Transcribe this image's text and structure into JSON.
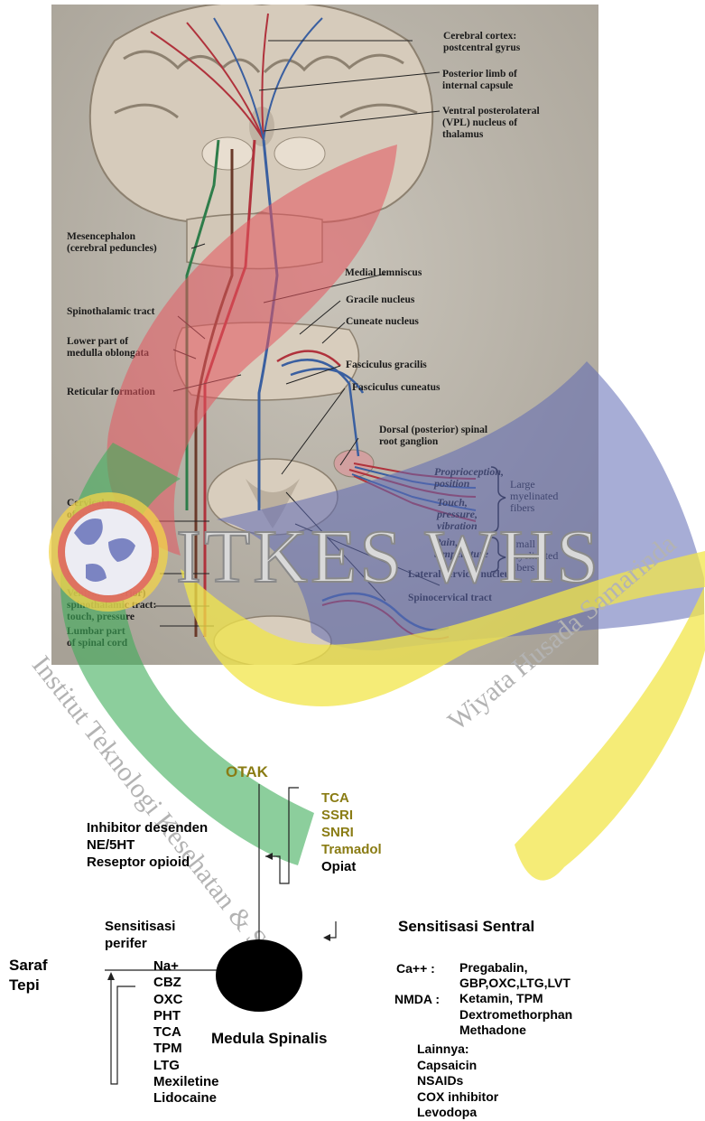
{
  "anatomy_labels": {
    "cortex": "Cerebral cortex:\npostcentral gyrus",
    "internal_capsule": "Posterior limb of\ninternal capsule",
    "vpl": "Ventral posterolateral\n(VPL) nucleus of\nthalamus",
    "mesencephalon": "Mesencephalon\n(cerebral peduncles)",
    "medial_lemniscus": "Medial lemniscus",
    "spinothalamic": "Spinothalamic tract",
    "gracile": "Gracile nucleus",
    "cuneate": "Cuneate nucleus",
    "medulla": "Lower part of\nmedulla oblongata",
    "fasc_gracilis": "Fasciculus gracilis",
    "reticular": "Reticular formation",
    "fasc_cuneatus": "Fasciculus cuneatus",
    "dorsal_ganglion": "Dorsal (posterior) spinal\nroot ganglion",
    "cervical": "Cervical part\nof spinal cord",
    "lateral_st": "Lateral\nspinothalamic tract:\npain, temperature",
    "ventral_st": "Ventral (anterior)\nspinothalamic tract:\ntouch, pressure",
    "lateral_cervical": "Lateral cervical nucleus",
    "spinocervical": "Spinocervical tract",
    "lumbar": "Lumbar part\nof spinal cord",
    "proprioception": "Proprioception,\nposition",
    "touch": "Touch,\npressure,\nvibration",
    "pain_temp": "Pain,\ntemperature",
    "large_fibers": "Large\nmyelinated\nfibers",
    "small_fibers": "Small\nmyelinated\nfibers"
  },
  "watermark": {
    "name": "ITKES WHS",
    "arc_text_left": "Institut Teknologi Kesehatan & Sains",
    "arc_text_right": "Wiyata Husada Samarinda"
  },
  "diagram": {
    "otak": "OTAK",
    "otak_drugs": [
      "TCA",
      "SSRI",
      "SNRI",
      "Tramadol"
    ],
    "opiat": "Opiat",
    "inhibitor": "Inhibitor desenden",
    "ne5ht": "NE/5HT",
    "reseptor": "Reseptor opioid",
    "sensitisasi_perifer": "Sensitisasi\nperifer",
    "saraf_tepi": "Saraf\nTepi",
    "perifer_drugs": [
      "Na+",
      "CBZ",
      "OXC",
      "PHT",
      "TCA",
      "TPM",
      "LTG",
      "Mexiletine",
      "Lidocaine"
    ],
    "medula": "Medula Spinalis",
    "sentral_title": "Sensitisasi Sentral",
    "ca_label": "Ca++ :",
    "ca_drugs": "Pregabalin,\nGBP,OXC,LTG,LVT",
    "nmda_label": "NMDA :",
    "nmda_drugs": "Ketamin, TPM\nDextromethorphan\nMethadone",
    "lainnya_title": "Lainnya:",
    "lainnya_drugs": [
      "Capsaicin",
      "NSAIDs",
      "COX inhibitor",
      "Levodopa"
    ]
  },
  "colors": {
    "photo_bg": "#b9b3a9",
    "watermark_red": "#e5555f",
    "watermark_blue": "#5f6ab5",
    "watermark_green": "#3fae5a",
    "watermark_yellow": "#f2e64a",
    "olive_text": "#8a7c14",
    "green_text": "#2f7a2f"
  }
}
